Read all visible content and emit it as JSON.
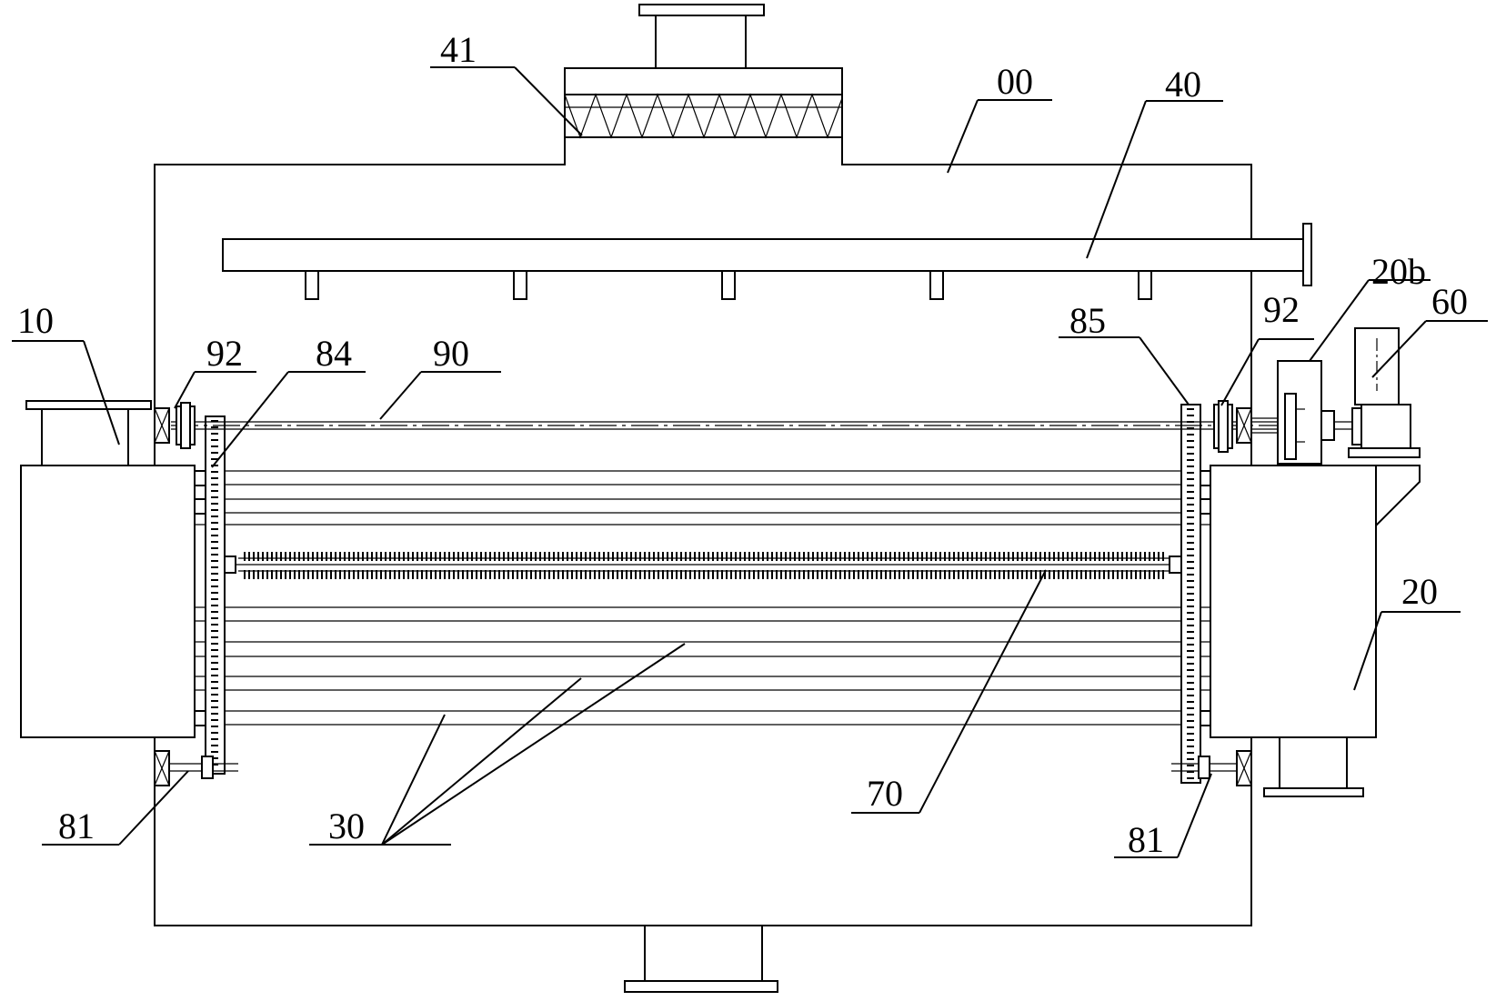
{
  "labels": {
    "l00": "00",
    "l10": "10",
    "l20": "20",
    "l20b": "20b",
    "l30": "30",
    "l40": "40",
    "l41": "41",
    "l60": "60",
    "l70": "70",
    "l81_left": "81",
    "l81_right": "81",
    "l84": "84",
    "l85": "85",
    "l90": "90",
    "l92_left": "92",
    "l92_right": "92"
  },
  "colors": {
    "line": "#000000",
    "background": "#ffffff"
  }
}
